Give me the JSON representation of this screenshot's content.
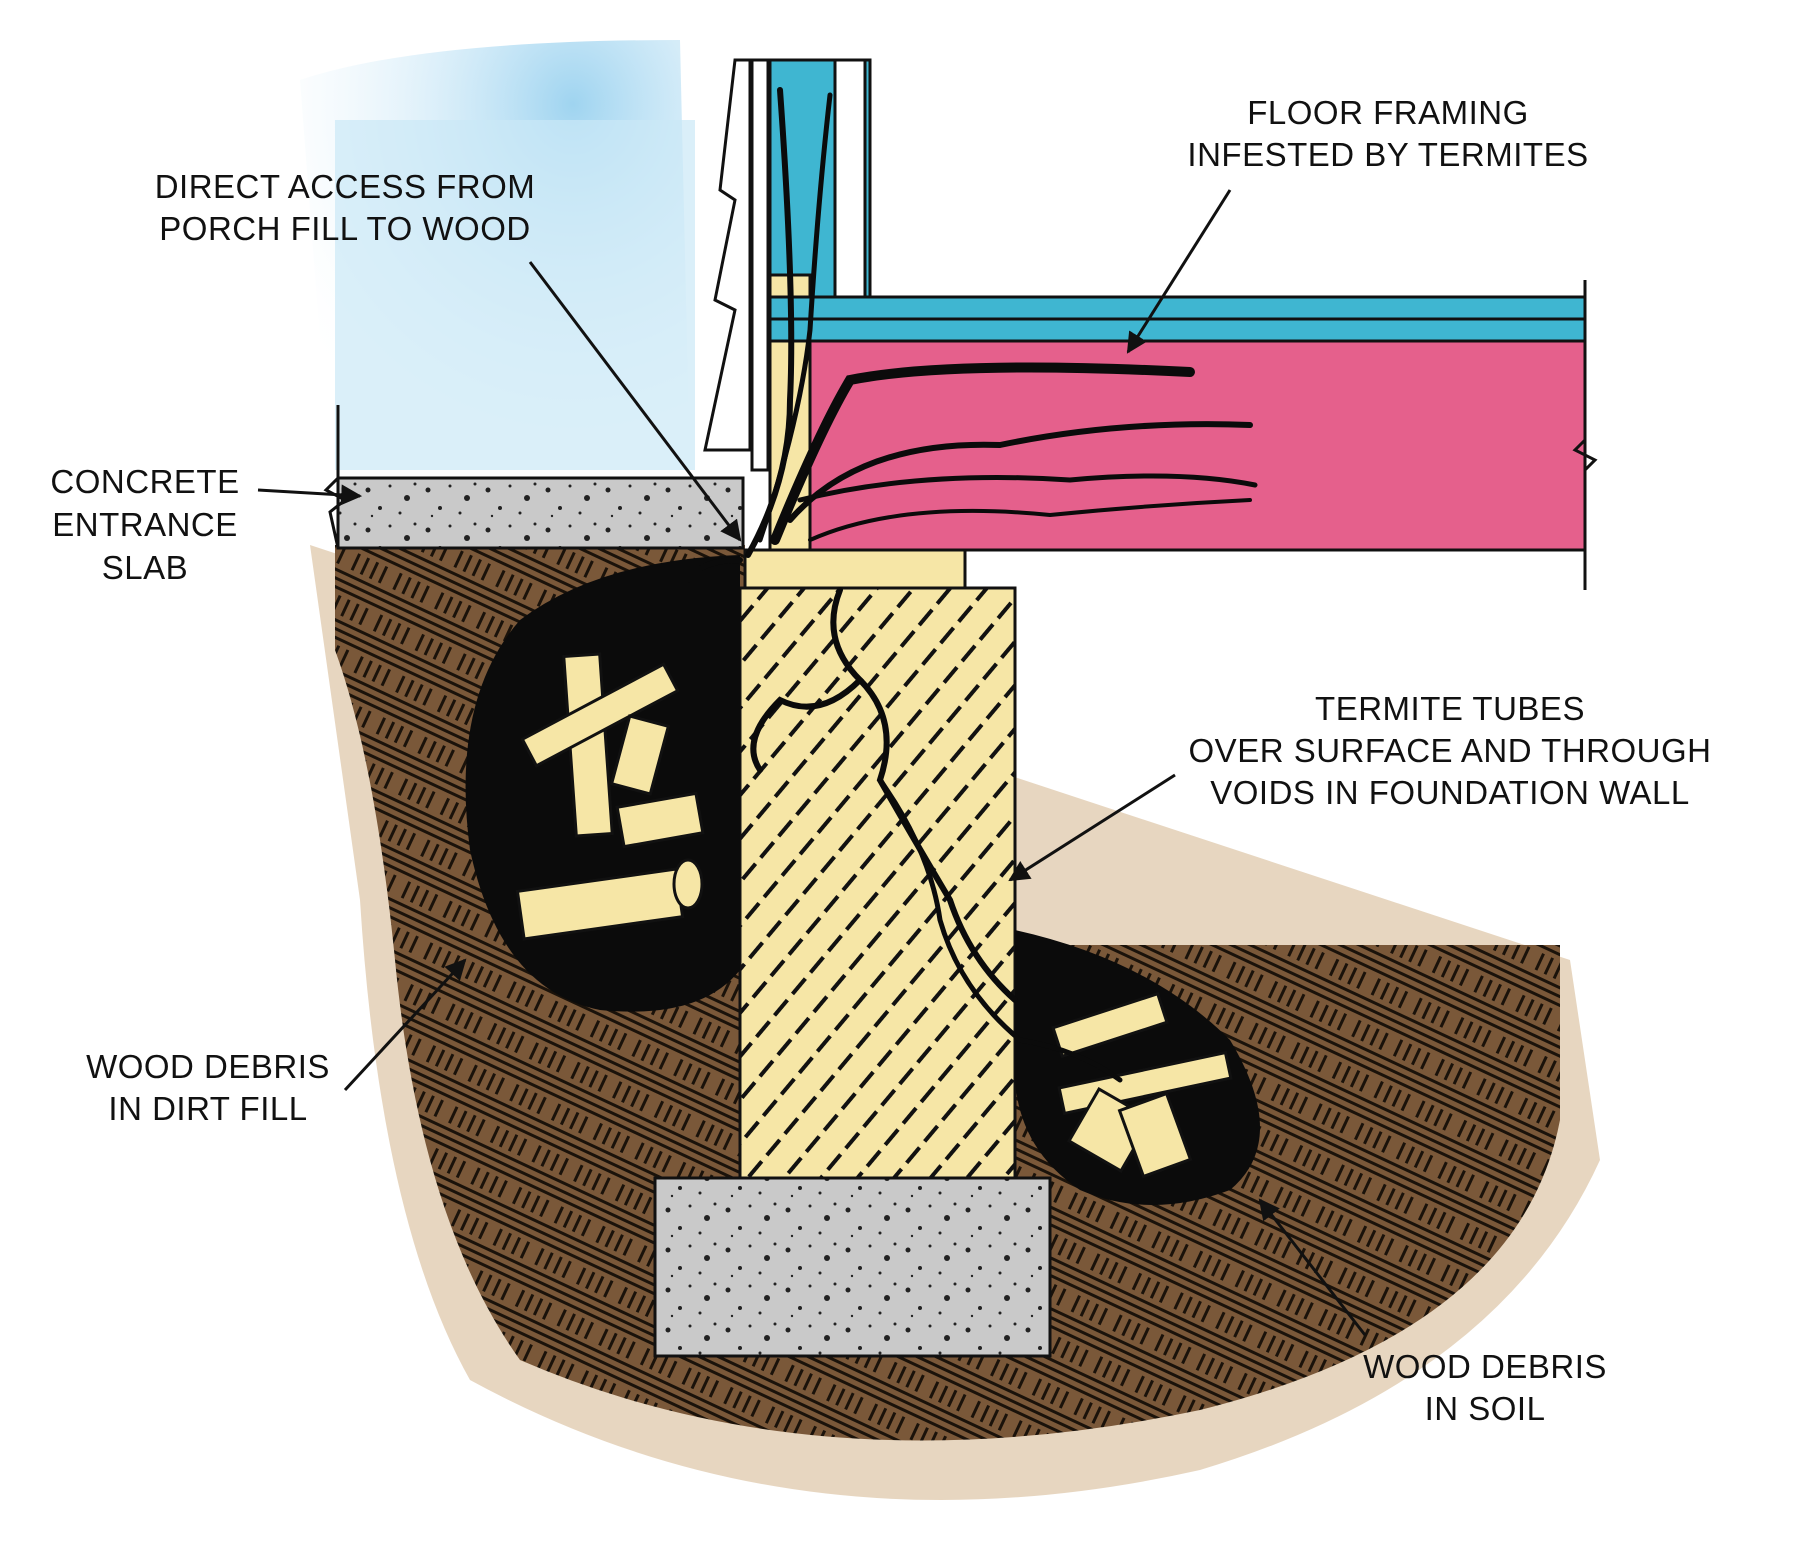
{
  "diagram": {
    "labels": {
      "direct_access": {
        "line1": "DIRECT ACCESS FROM",
        "line2": "PORCH FILL TO WOOD"
      },
      "floor_framing": {
        "line1": "FLOOR FRAMING",
        "line2": "INFESTED BY TERMITES"
      },
      "concrete_slab": {
        "line1": "CONCRETE",
        "line2": "ENTRANCE",
        "line3": "SLAB"
      },
      "termite_tubes": {
        "line1": "TERMITE TUBES",
        "line2": "OVER SURFACE AND THROUGH",
        "line3": "VOIDS IN FOUNDATION WALL"
      },
      "debris_fill": {
        "line1": "WOOD DEBRIS",
        "line2": "IN DIRT FILL"
      },
      "debris_soil": {
        "line1": "WOOD DEBRIS",
        "line2": "IN SOIL"
      }
    },
    "colors": {
      "sky": "#bfe2f5",
      "siding_blue": "#3fb6d1",
      "joist_pink": "#e5608c",
      "wood_yellow": "#f6e6a6",
      "concrete_gray": "#c9c9c9",
      "soil_brown": "#8f6a45",
      "outline": "#111111"
    }
  }
}
